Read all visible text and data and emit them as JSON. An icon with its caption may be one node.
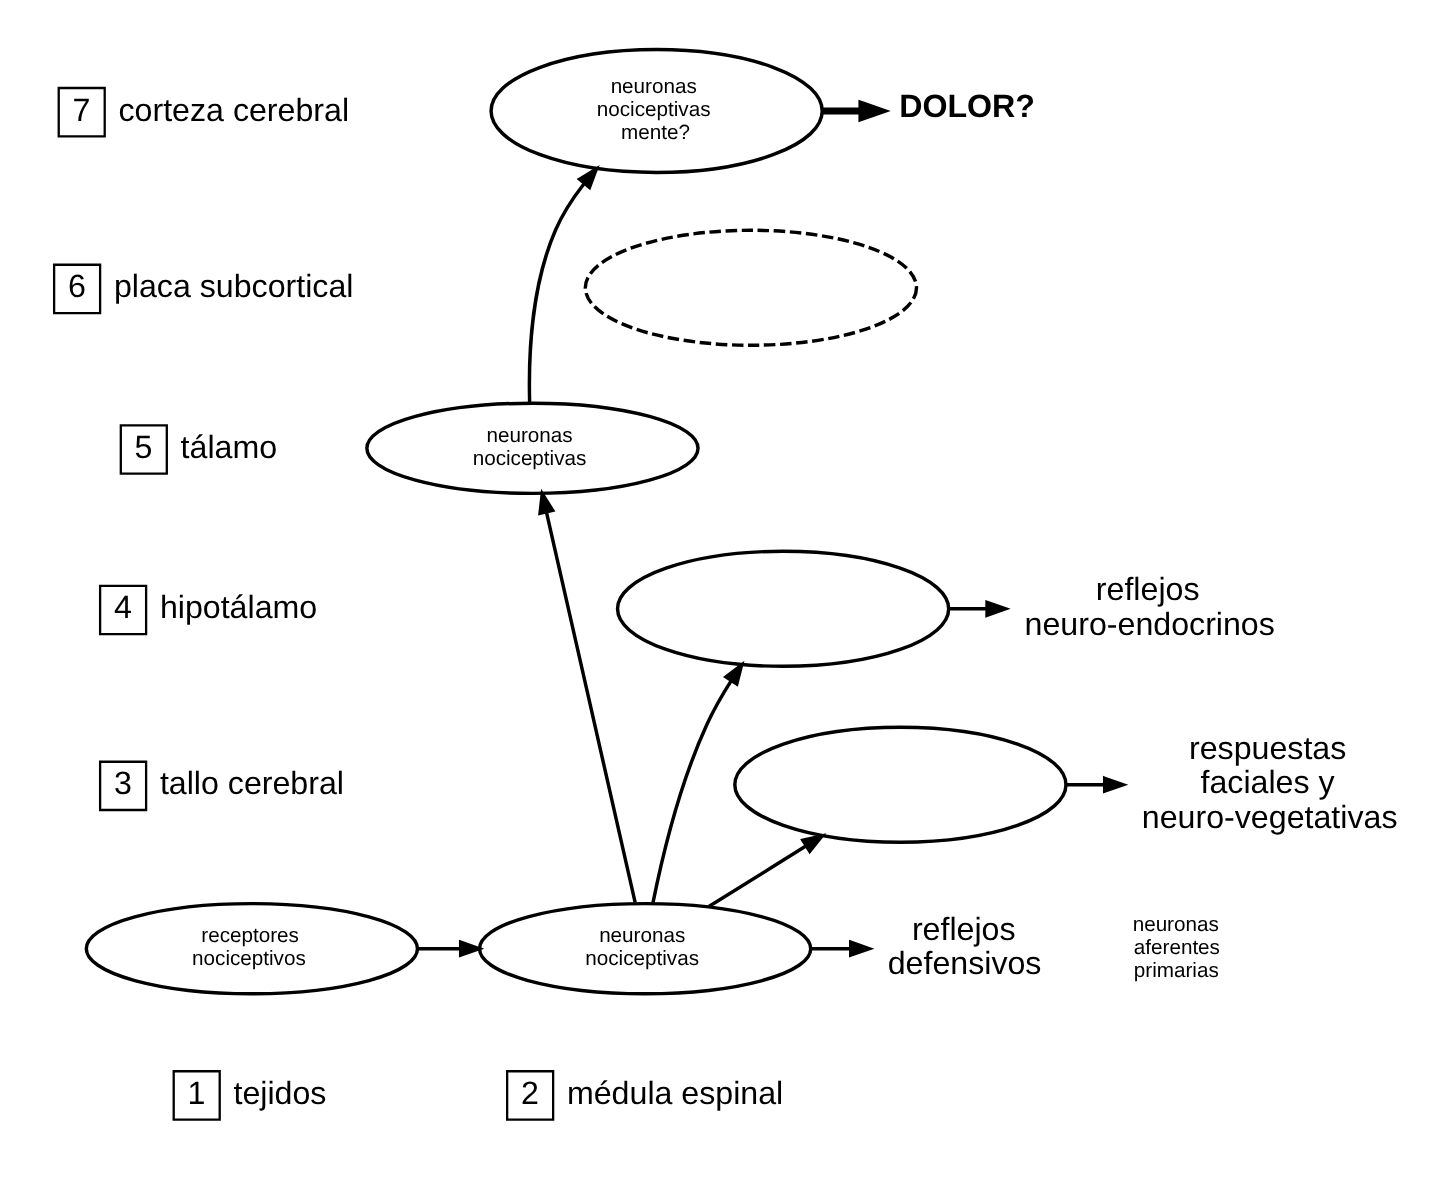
{
  "diagram": {
    "nodes": [
      {
        "text": [
          "7"
        ],
        "beside": [
          "corteza cerebral"
        ]
      },
      {
        "text": [
          "neuronas nociceptivas",
          "mente?"
        ]
      },
      {
        "text": [
          "DOLOR?"
        ]
      },
      {
        "text": [
          "6"
        ],
        "beside": [
          "placa subcortical"
        ]
      },
      {
        "text": [],
        "shape": "ellipse"
      },
      {
        "text": [
          "5"
        ],
        "beside": [
          "tálamo"
        ]
      },
      {
        "text": [
          "neuronas nociceptivas"
        ]
      },
      {
        "text": [
          "4"
        ],
        "beside": [
          "hipotálamo"
        ]
      },
      {
        "text": [],
        "shape": "ellipse"
      },
      {
        "text": [
          "reflejos neuro-endocrinos"
        ]
      },
      {
        "text": [
          "3"
        ],
        "beside": [
          "tallo cerebral"
        ]
      },
      {
        "text": [],
        "shape": "ellipse"
      },
      {
        "text": [
          "respuestas faciales y neuro-vegetativas"
        ]
      },
      {
        "text": [
          "receptores nociceptivos"
        ]
      },
      {
        "text": [
          "neuronas aferentes primarias"
        ]
      },
      {
        "text": [
          "neuronas nociceptivas"
        ]
      },
      {
        "text": [
          "reflejos defensivos"
        ]
      },
      {
        "text": [
          "1"
        ],
        "beside": [
          "tejidos"
        ]
      },
      {
        "text": [
          "2"
        ],
        "beside": [
          "médula espinal"
        ]
      }
    ],
    "edges": [
      {
        "from": 13,
        "to": 15,
        "arrow": "to"
      },
      {
        "from": 15,
        "to": 6,
        "arrow": "to"
      },
      {
        "from": 15,
        "to": 11,
        "arrow": "to"
      },
      {
        "from": 15,
        "to": 8,
        "arrow": "to"
      },
      {
        "from": 11,
        "to": 12,
        "arrow": "to"
      },
      {
        "from": 8,
        "to": 9,
        "arrow": "to"
      },
      {
        "from": 15,
        "to": 16,
        "arrow": "to"
      },
      {
        "from": 6,
        "to": 1,
        "arrow": "to"
      },
      {
        "from": 1,
        "to": 2,
        "arrow": "to",
        "style": "thick"
      }
    ]
  }
}
